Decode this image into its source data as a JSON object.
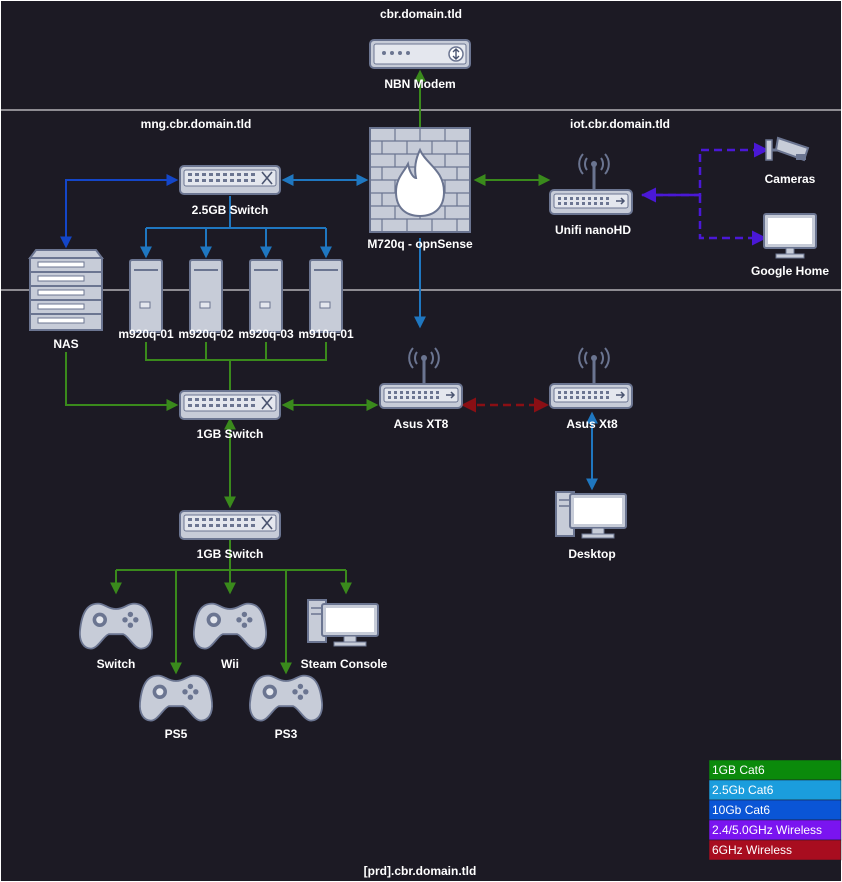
{
  "zones": {
    "top": "cbr.domain.tld",
    "mng": "mng.cbr.domain.tld",
    "iot": "iot.cbr.domain.tld",
    "prd": "[prd].cbr.domain.tld"
  },
  "nodes": {
    "modem": "NBN Modem",
    "firewall": "M720q - opnSense",
    "switch_25": "2.5GB Switch",
    "unifi": "Unifi nanoHD",
    "cameras": "Cameras",
    "google_home": "Google Home",
    "nas": "NAS",
    "m920q_01": "m920q-01",
    "m920q_02": "m920q-02",
    "m920q_03": "m920q-03",
    "m910q_01": "m910q-01",
    "switch_1g_a": "1GB Switch",
    "asus_xt8_a": "Asus XT8",
    "asus_xt8_b": "Asus Xt8",
    "desktop": "Desktop",
    "switch_1g_b": "1GB Switch",
    "switch": "Switch",
    "wii": "Wii",
    "steam": "Steam Console",
    "ps5": "PS5",
    "ps3": "PS3"
  },
  "legend": [
    {
      "label": "1GB Cat6",
      "color": "#0b8a0b"
    },
    {
      "label": "2.5Gb Cat6",
      "color": "#1b9ddd"
    },
    {
      "label": "10Gb Cat6",
      "color": "#0a55d6"
    },
    {
      "label": "2.4/5.0GHz Wireless",
      "color": "#7a14f0"
    },
    {
      "label": "6GHz Wireless",
      "color": "#a80d1f"
    }
  ],
  "colors": {
    "cat6_1g": "#3a8a1c",
    "cat6_25g": "#1f77c0",
    "cat6_10g": "#1446c8",
    "wireless": "#4a18d6",
    "wireless_6g": "#8a0f14"
  }
}
